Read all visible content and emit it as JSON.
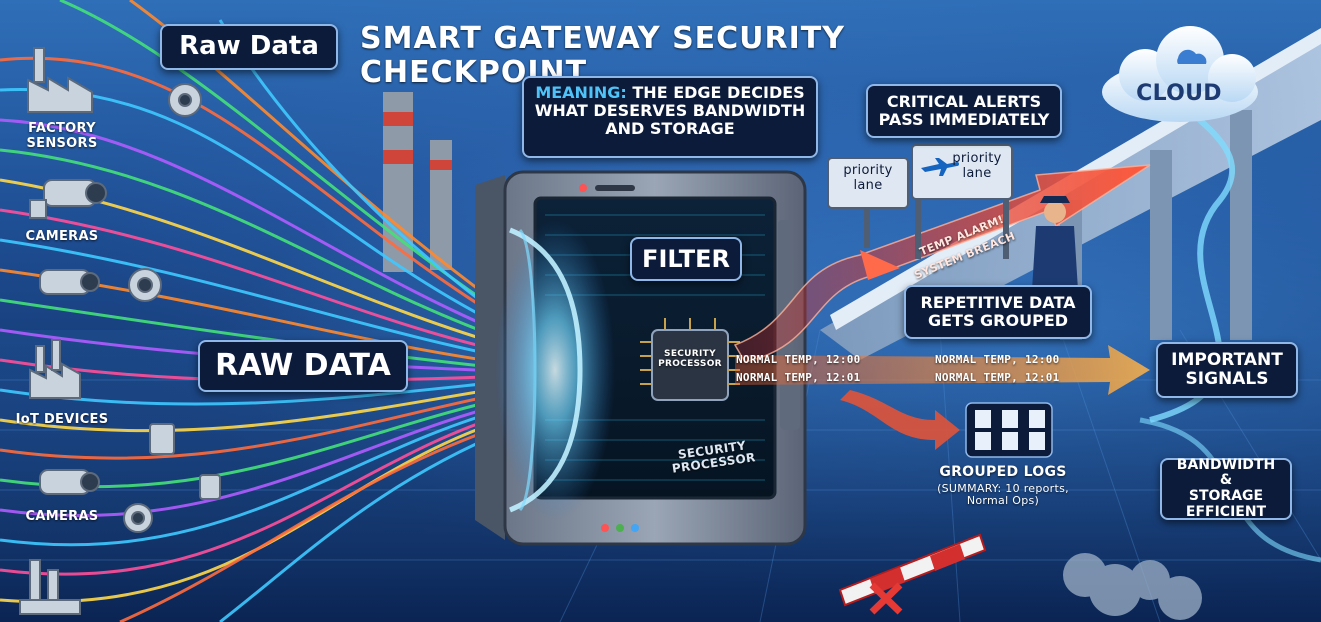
{
  "title": "SMART GATEWAY SECURITY CHECKPOINT",
  "raw_data_small": "Raw Data",
  "raw_data_big": "RAW DATA",
  "sources": {
    "factory_sensors": "FACTORY\nSENSORS",
    "cameras_top": "CAMERAS",
    "iot_devices": "IoT DEVICES",
    "cameras_bottom": "CAMERAS"
  },
  "meaning": {
    "keyword": "MEANING:",
    "text": "THE EDGE DECIDES WHAT DESERVES BANDWIDTH AND STORAGE"
  },
  "filter_label": "FILTER",
  "processor_label": "SECURITY\nPROCESSOR",
  "processor_label_lower": "SECURITY\nPROCESSOR",
  "logs": {
    "line_1": "NORMAL TEMP, 12:00",
    "line_2": "NORMAL TEMP, 12:01"
  },
  "critical_alerts": "CRITICAL ALERTS\nPASS IMMEDIATELY",
  "priority_sign_1": "priority\nlane",
  "priority_sign_2": "priority\nlane",
  "alarm_text_1": "TEMP ALARM!",
  "alarm_text_2": "SYSTEM BREACH",
  "repetitive": "REPETITIVE DATA\nGETS GROUPED",
  "grouped_logs": {
    "title": "GROUPED LOGS",
    "detail": "(SUMMARY: 10 reports,\nNormal Ops)"
  },
  "important_signals": "IMPORTANT\nSIGNALS",
  "efficient": "BANDWIDTH &\nSTORAGE\nEFFICIENT",
  "cloud": "CLOUD",
  "colors": {
    "accent_blue": "#4fc3f7",
    "alert_red": "#e53935",
    "signal_orange": "#ff9a3c",
    "box_dark": "#0d1b3a",
    "box_border": "#8fb7e8"
  }
}
